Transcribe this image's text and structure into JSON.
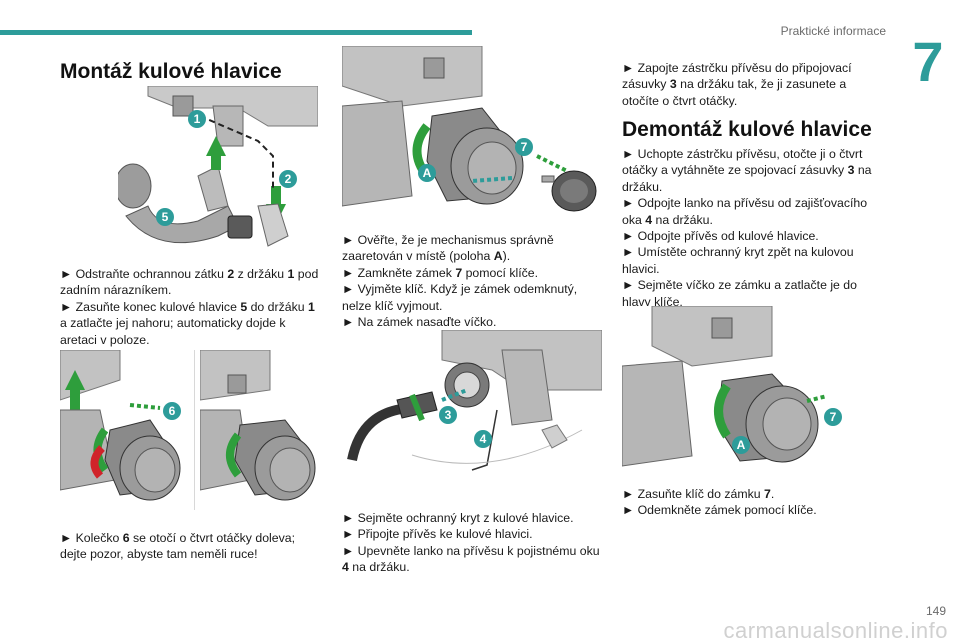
{
  "header": {
    "title": "Praktické informace",
    "chapter": "7"
  },
  "section1": {
    "title": "Montáž kulové hlavice",
    "para1": [
      "► Odstraňte ochrannou zátku 2 z držáku 1 pod zadním nárazníkem.",
      "► Zasuňte konec kulové hlavice 5 do držáku 1 a zatlačte jej nahoru; automaticky dojde k aretaci v poloze."
    ],
    "para2": [
      "► Kolečko 6 se otočí o čtvrt otáčky doleva; dejte pozor, abyste tam neměli ruce!"
    ]
  },
  "middle": {
    "para1": [
      "► Ověřte, že je mechanismus správně zaaretován v místě (poloha A).",
      "► Zamkněte zámek 7 pomocí klíče.",
      "► Vyjměte klíč. Když je zámek odemknutý, nelze klíč vyjmout.",
      "► Na zámek nasaďte víčko."
    ],
    "para2": [
      "► Sejměte ochranný kryt z kulové hlavice.",
      "► Připojte přívěs ke kulové hlavici.",
      "► Upevněte lanko na přívěsu k pojistnému oku 4 na držáku."
    ]
  },
  "right": {
    "para0": [
      "► Zapojte zástrčku přívěsu do připojovací zásuvky 3 na držáku tak, že ji zasunete a otočíte o čtvrt otáčky."
    ],
    "title": "Demontáž kulové hlavice",
    "para1": [
      "► Uchopte zástrčku přívěsu, otočte ji o čtvrt otáčky a vytáhněte ze spojovací zásuvky 3 na držáku.",
      "► Odpojte lanko na přívěsu od zajišťovacího oka 4 na držáku.",
      "► Odpojte přívěs od kulové hlavice.",
      "► Umístěte ochranný kryt zpět na kulovou hlavici.",
      "► Sejměte víčko ze zámku a zatlačte je do hlavy klíče."
    ],
    "para2": [
      "► Zasuňte klíč do zámku 7.",
      "► Odemkněte zámek pomocí klíče."
    ]
  },
  "callouts": {
    "n1": "1",
    "n2": "2",
    "n3": "3",
    "n4": "4",
    "n5": "5",
    "n6": "6",
    "n7": "7",
    "nA": "A"
  },
  "footer": {
    "page": "149",
    "watermark": "carmanualsonline.info"
  },
  "colors": {
    "accent": "#2d9c9a",
    "green": "#2e9e3c",
    "red": "#d0232a",
    "metal": "#8e8e8e"
  }
}
